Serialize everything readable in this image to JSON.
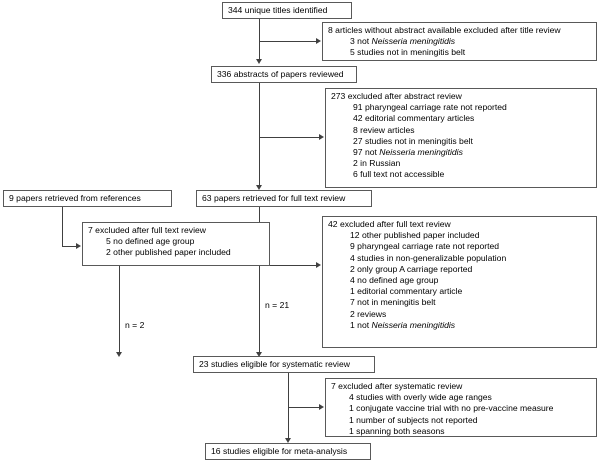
{
  "diagram": {
    "title": "PRISMA study selection flow diagram",
    "type": "flowchart",
    "colors": {
      "box_border": "#595959",
      "connector": "#404040",
      "background": "#ffffff",
      "text": "#000000"
    },
    "nodes": {
      "titles_identified": {
        "text": "344 unique titles identified"
      },
      "excluded_after_title": {
        "heading": "8 articles without abstract available excluded after title review",
        "items": [
          "3 not Neisseria meningitidis",
          "5 studies not in meningitis belt"
        ],
        "items_parts": [
          {
            "prefix": "3 not ",
            "italic": "Neisseria meningitidis",
            "suffix": ""
          },
          {
            "prefix": "5 studies not in meningitis belt",
            "italic": "",
            "suffix": ""
          }
        ]
      },
      "abstracts_reviewed": {
        "text": "336 abstracts of papers reviewed"
      },
      "excluded_after_abstract": {
        "heading": "273 excluded after abstract review",
        "items_parts": [
          {
            "prefix": "91 pharyngeal carriage rate not reported",
            "italic": "",
            "suffix": ""
          },
          {
            "prefix": "42 editorial commentary articles",
            "italic": "",
            "suffix": ""
          },
          {
            "prefix": "8 review articles",
            "italic": "",
            "suffix": ""
          },
          {
            "prefix": "27 studies not in meningitis belt",
            "italic": "",
            "suffix": ""
          },
          {
            "prefix": "97 not ",
            "italic": "Neisseria meningitidis",
            "suffix": ""
          },
          {
            "prefix": "2 in Russian",
            "italic": "",
            "suffix": ""
          },
          {
            "prefix": "6 full text not accessible",
            "italic": "",
            "suffix": ""
          }
        ]
      },
      "papers_from_references": {
        "text": "9 papers retrieved from references"
      },
      "papers_full_text": {
        "text": "63 papers retrieved for full text review"
      },
      "excluded_full_text_left": {
        "heading": "7 excluded after full text review",
        "items_parts": [
          {
            "prefix": "5 no defined age group",
            "italic": "",
            "suffix": ""
          },
          {
            "prefix": "2 other published paper included",
            "italic": "",
            "suffix": ""
          }
        ]
      },
      "excluded_full_text_right": {
        "heading": "42 excluded after full text review",
        "items_parts": [
          {
            "prefix": "12 other published paper included",
            "italic": "",
            "suffix": ""
          },
          {
            "prefix": "9 pharyngeal carriage rate not reported",
            "italic": "",
            "suffix": ""
          },
          {
            "prefix": "4 studies in non-generalizable population",
            "italic": "",
            "suffix": ""
          },
          {
            "prefix": "2 only group A carriage reported",
            "italic": "",
            "suffix": ""
          },
          {
            "prefix": "4 no defined age group",
            "italic": "",
            "suffix": ""
          },
          {
            "prefix": "1 editorial commentary article",
            "italic": "",
            "suffix": ""
          },
          {
            "prefix": "7 not in meningitis belt",
            "italic": "",
            "suffix": ""
          },
          {
            "prefix": "2 reviews",
            "italic": "",
            "suffix": ""
          },
          {
            "prefix": "1 not ",
            "italic": "Neisseria meningitidis",
            "suffix": ""
          }
        ]
      },
      "eligible_systematic": {
        "text": "23 studies eligible for systematic review"
      },
      "excluded_after_systematic": {
        "heading": "7 excluded after systematic review",
        "items_parts": [
          {
            "prefix": "4 studies with overly wide age ranges",
            "italic": "",
            "suffix": ""
          },
          {
            "prefix": "1 conjugate vaccine trial with no pre-vaccine measure",
            "italic": "",
            "suffix": ""
          },
          {
            "prefix": "1 number of subjects not reported",
            "italic": "",
            "suffix": ""
          },
          {
            "prefix": "1 spanning both seasons",
            "italic": "",
            "suffix": ""
          }
        ]
      },
      "eligible_meta": {
        "text": "16 studies eligible for meta-analysis"
      }
    },
    "edge_labels": {
      "n21": "n = 21",
      "n2": "n = 2"
    }
  }
}
